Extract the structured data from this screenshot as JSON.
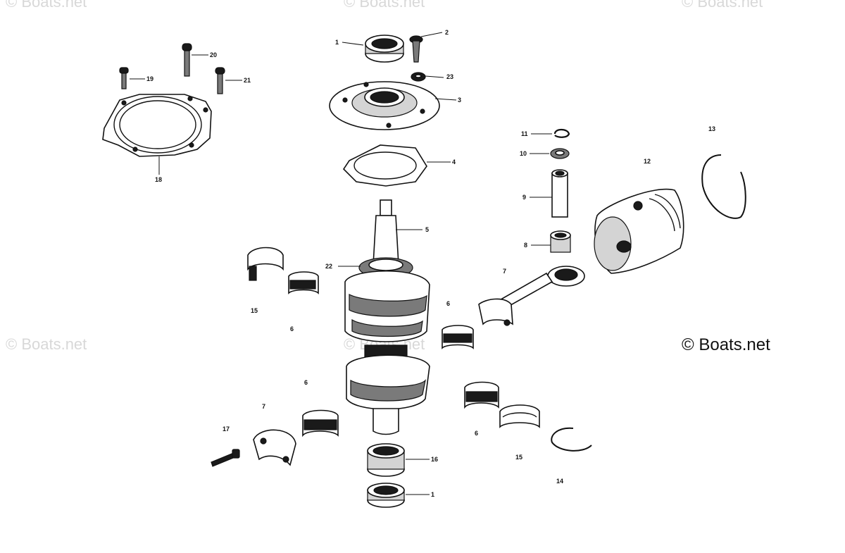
{
  "watermarks": {
    "top_left": "© Boats.net",
    "top_center": "© Boats.net",
    "top_right": "© Boats.net",
    "mid_left": "© Boats.net",
    "mid_center": "© Boats.net",
    "main": "© Boats.net"
  },
  "callouts": {
    "c1_top": "1",
    "c1_bottom": "1",
    "c2": "2",
    "c3": "3",
    "c4": "4",
    "c5": "5",
    "c6_a": "6",
    "c6_b": "6",
    "c6_c": "6",
    "c6_d": "6",
    "c7_a": "7",
    "c7_b": "7",
    "c8": "8",
    "c9": "9",
    "c10": "10",
    "c11": "11",
    "c12": "12",
    "c13": "13",
    "c14": "14",
    "c15_a": "15",
    "c15_b": "15",
    "c16": "16",
    "c17": "17",
    "c18": "18",
    "c19": "19",
    "c20": "20",
    "c21": "21",
    "c22": "22",
    "c23": "23"
  }
}
